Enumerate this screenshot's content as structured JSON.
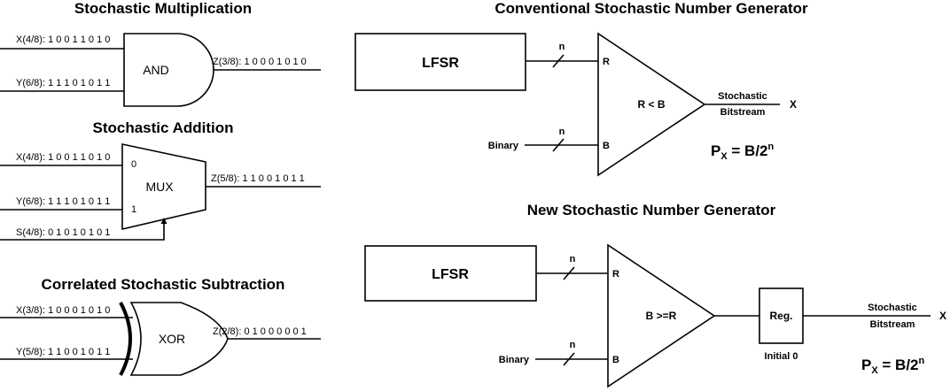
{
  "multiplication": {
    "title": "Stochastic Multiplication",
    "input_x": "X(4/8): 1 0 0 1 1 0 1 0",
    "input_y": "Y(6/8): 1 1 1 0 1 0 1 1",
    "gate": "AND",
    "output": "Z(3/8): 1 0 0 0 1 0 1 0"
  },
  "addition": {
    "title": "Stochastic Addition",
    "input_x": "X(4/8): 1 0 0 1 1 0 1 0",
    "input_y": "Y(6/8): 1 1 1 0 1 0 1 1",
    "input_s": "S(4/8): 0 1 0 1 0 1 0 1",
    "pin0": "0",
    "pin1": "1",
    "gate": "MUX",
    "output": "Z(5/8): 1 1 0 0 1 0 1 1"
  },
  "subtraction": {
    "title": "Correlated Stochastic Subtraction",
    "input_x": "X(3/8): 1 0 0 0 1 0 1 0",
    "input_y": "Y(5/8): 1 1 0 0 1 0 1 1",
    "gate": "XOR",
    "output": "Z(2/8): 0 1 0 0 0 0 0 1"
  },
  "conventional": {
    "title": "Conventional Stochastic Number Generator",
    "lfsr": "LFSR",
    "bus_width_top": "n",
    "bus_width_bottom": "n",
    "pin_r": "R",
    "pin_b": "B",
    "comparator": "R < B",
    "binary": "Binary",
    "out_line1": "Stochastic",
    "out_line2": "Bitstream",
    "out_symbol": "X",
    "formula_p": "P",
    "formula_sub": "X",
    "formula_rest": " = B/2",
    "formula_sup": "n"
  },
  "new_generator": {
    "title": "New Stochastic Number Generator",
    "lfsr": "LFSR",
    "bus_width_top": "n",
    "bus_width_bottom": "n",
    "pin_r": "R",
    "pin_b": "B",
    "comparator": "B >=R",
    "binary": "Binary",
    "register": "Reg.",
    "register_note": "Initial 0",
    "out_line1": "Stochastic",
    "out_line2": "Bitstream",
    "out_symbol": "X",
    "formula_p": "P",
    "formula_sub": "X",
    "formula_rest": " = B/2",
    "formula_sup": "n"
  }
}
